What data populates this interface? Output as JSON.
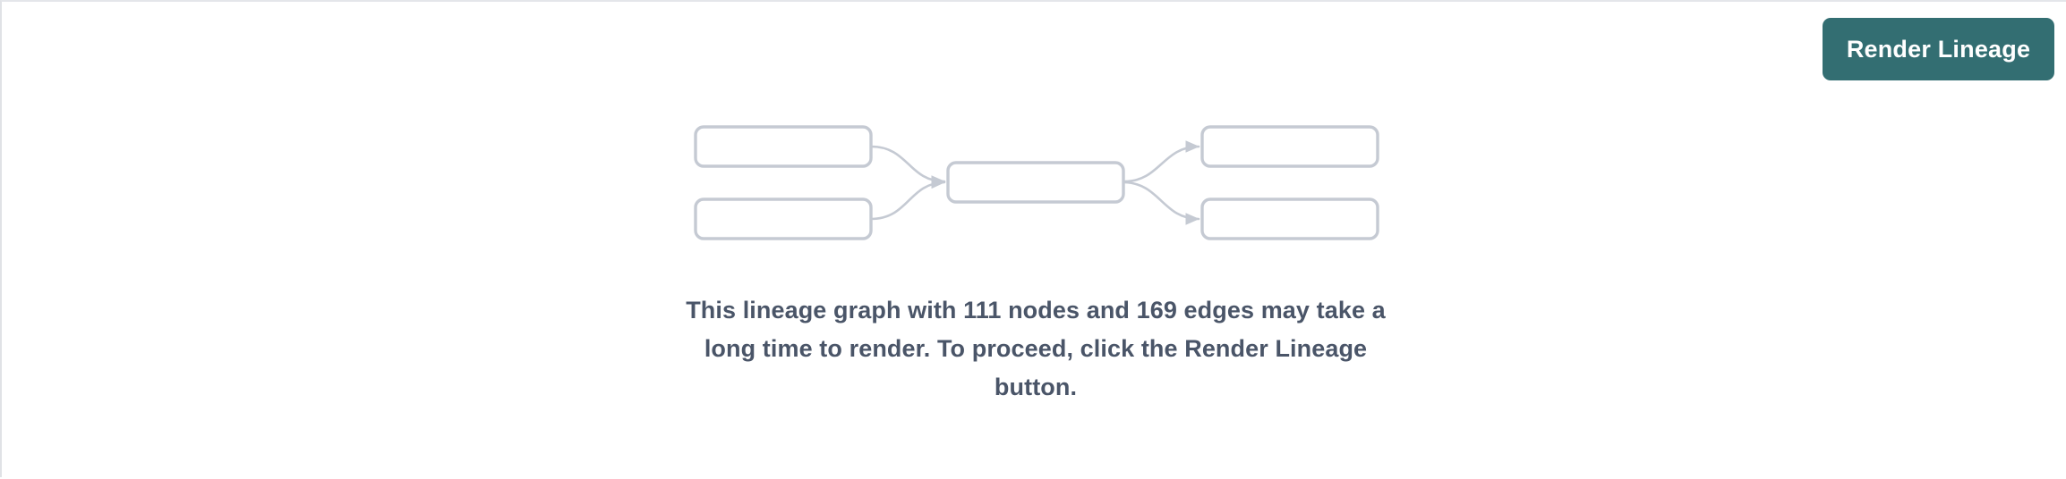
{
  "panel": {
    "background_color": "#ffffff",
    "border_color": "#e4e6ea"
  },
  "toolbar": {
    "render_lineage_label": "Render Lineage",
    "render_lineage_color": "#336e72",
    "render_lineage_text_color": "#ffffff"
  },
  "empty_state": {
    "message": "This lineage graph with 111 nodes and 169 edges may take a long time to render. To proceed, click the Render Lineage button.",
    "message_color": "#4a5568",
    "node_count": 111,
    "edge_count": 169
  },
  "placeholder_graph": {
    "node_border_color": "#c5cad3",
    "edge_color": "#c5cad3",
    "nodes": [
      {
        "id": "upstream-1",
        "label": "",
        "column": "left",
        "row": "top"
      },
      {
        "id": "upstream-2",
        "label": "",
        "column": "left",
        "row": "bottom"
      },
      {
        "id": "center-1",
        "label": "",
        "column": "center",
        "row": "middle"
      },
      {
        "id": "downstream-1",
        "label": "",
        "column": "right",
        "row": "top"
      },
      {
        "id": "downstream-2",
        "label": "",
        "column": "right",
        "row": "bottom"
      }
    ],
    "edges": [
      {
        "from": "upstream-1",
        "to": "center-1"
      },
      {
        "from": "upstream-2",
        "to": "center-1"
      },
      {
        "from": "center-1",
        "to": "downstream-1"
      },
      {
        "from": "center-1",
        "to": "downstream-2"
      }
    ]
  }
}
